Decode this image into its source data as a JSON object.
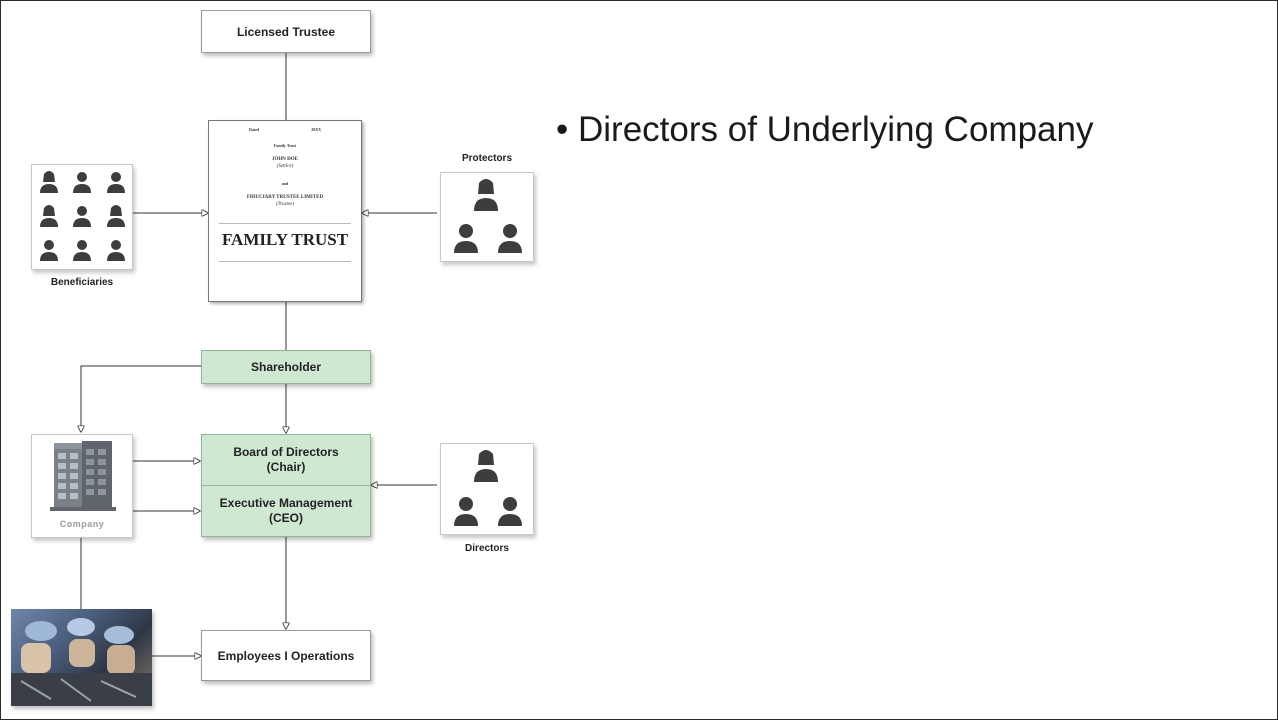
{
  "slide": {
    "bullet_text": "Directors of Underlying Company"
  },
  "diagram": {
    "licensed_trustee": "Licensed Trustee",
    "beneficiaries_caption": "Beneficiaries",
    "protectors_caption": "Protectors",
    "directors_caption": "Directors",
    "shareholder": "Shareholder",
    "board_line1": "Board of Directors",
    "board_line2": "(Chair)",
    "exec_line1": "Executive Management",
    "exec_line2": "(CEO)",
    "company_caption": "Company",
    "employees": "Employees I Operations",
    "trust_doc": {
      "line_dated": "Dated",
      "line_year": "20XX",
      "line_family_trust": "Family Trust",
      "settlor_name": "JOHN DOE",
      "settlor_role": "(Settlor)",
      "and_text": "and",
      "trustee_name": "FIDUCIARY TRUSTEE LIMITED",
      "trustee_role": "(Trustee)",
      "title": "FAMILY TRUST"
    }
  },
  "colors": {
    "green_fill": "#cfe8d2",
    "line": "#333333",
    "person": "#3d3d3d"
  }
}
